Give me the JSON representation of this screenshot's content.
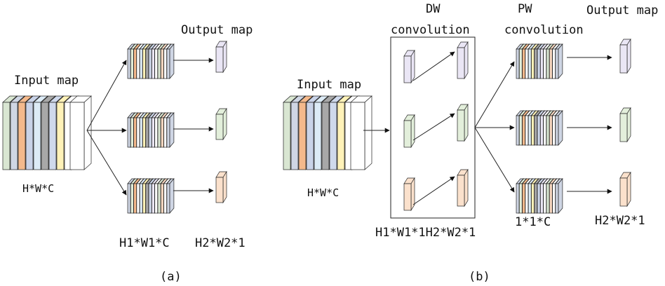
{
  "panel_a": {
    "input_label": "Input map",
    "input_dims": "H*W*C",
    "output_label": "Output map",
    "kernel_dims": "H1*W1*C",
    "output_dims": "H2*W2*1",
    "caption": "(a)"
  },
  "panel_b": {
    "input_label": "Input map",
    "input_dims": "H*W*C",
    "dw_label_line1": "DW",
    "dw_label_line2": "convolution",
    "pw_label_line1": "PW",
    "pw_label_line2": "convolution",
    "output_label": "Output map",
    "dw_dims": "H1*W1*1H2*W2*1",
    "pw_dims": "1*1*C",
    "output_dims": "H2*W2*1",
    "caption": "(b)"
  },
  "colors": {
    "input_slices": [
      "#d9e6d2",
      "#cfd6e4",
      "#f4b98c",
      "#c9d3e8",
      "#dcebf6",
      "#a8a8a8",
      "#cfd9ec",
      "#fff2b8",
      "#ffffff"
    ],
    "out_lavender": "#eae6f5",
    "out_green": "#e3efdb",
    "out_peach": "#fbe1cc",
    "arrow": "#111111"
  }
}
